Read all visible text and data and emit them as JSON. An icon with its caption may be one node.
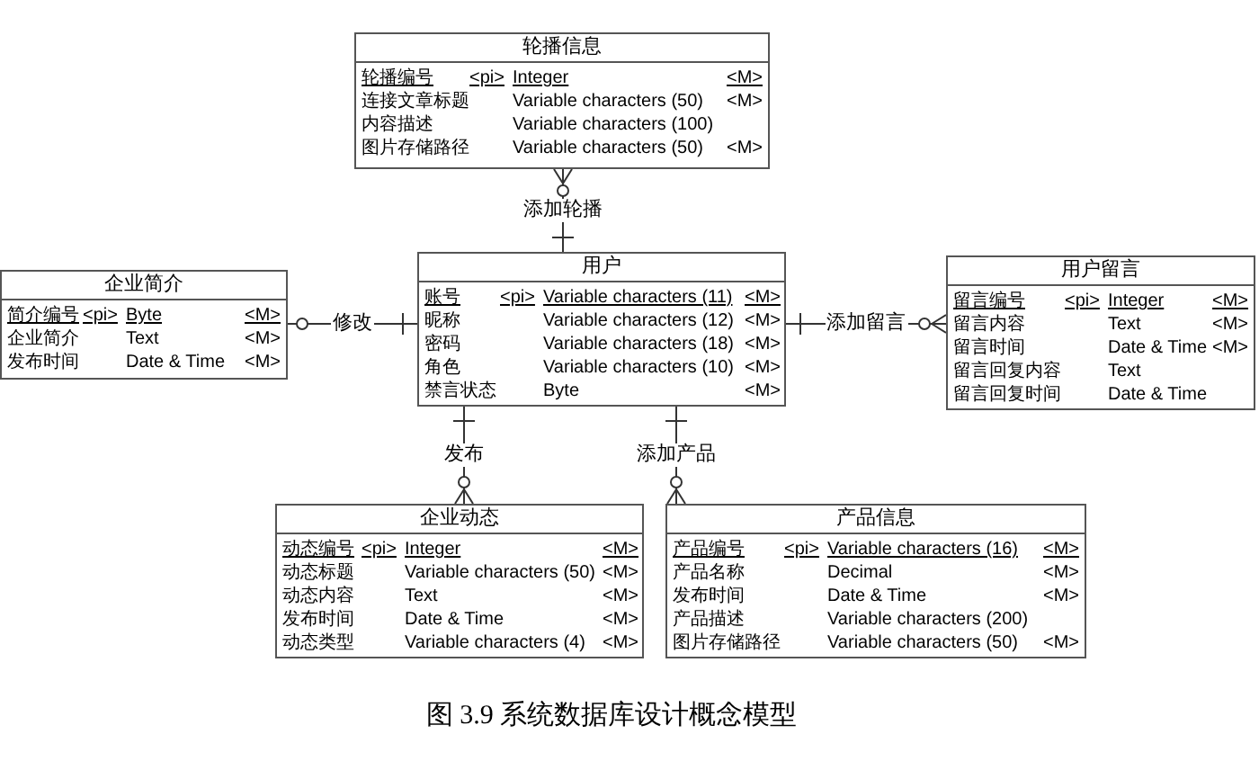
{
  "diagram": {
    "caption": "图 3.9 系统数据库设计概念模型",
    "nodes": [
      {
        "text": [
          "轮播信息"
        ]
      },
      {
        "text": [
          "轮播编号",
          "<pi>",
          "Integer",
          "<M>"
        ],
        "in": 0
      },
      {
        "text": [
          "连接文章标题",
          "Variable characters (50)",
          "<M>"
        ],
        "in": 0
      },
      {
        "text": [
          "内容描述",
          "Variable characters (100)"
        ],
        "in": 0
      },
      {
        "text": [
          "图片存储路径",
          "Variable characters (50)",
          "<M>"
        ],
        "in": 0
      },
      {
        "text": [
          "企业简介"
        ]
      },
      {
        "text": [
          "简介编号",
          "<pi>",
          "Byte",
          "<M>"
        ],
        "in": 5
      },
      {
        "text": [
          "企业简介",
          "Text",
          "<M>"
        ],
        "in": 5
      },
      {
        "text": [
          "发布时间",
          "Date & Time",
          "<M>"
        ],
        "in": 5
      },
      {
        "text": [
          "用户"
        ]
      },
      {
        "text": [
          "账号",
          "<pi>",
          "Variable characters (11)",
          "<M>"
        ],
        "in": 9
      },
      {
        "text": [
          "昵称",
          "Variable characters (12)",
          "<M>"
        ],
        "in": 9
      },
      {
        "text": [
          "密码",
          "Variable characters (18)",
          "<M>"
        ],
        "in": 9
      },
      {
        "text": [
          "角色",
          "Variable characters (10)",
          "<M>"
        ],
        "in": 9
      },
      {
        "text": [
          "禁言状态",
          "Byte",
          "<M>"
        ],
        "in": 9
      },
      {
        "text": [
          "用户留言"
        ]
      },
      {
        "text": [
          "留言编号",
          "<pi>",
          "Integer",
          "<M>"
        ],
        "in": 15
      },
      {
        "text": [
          "留言内容",
          "Text",
          "<M>"
        ],
        "in": 15
      },
      {
        "text": [
          "留言时间",
          "Date & Time",
          "<M>"
        ],
        "in": 15
      },
      {
        "text": [
          "留言回复内容",
          "Text"
        ],
        "in": 15
      },
      {
        "text": [
          "留言回复时间",
          "Date & Time"
        ],
        "in": 15
      },
      {
        "text": [
          "企业动态"
        ]
      },
      {
        "text": [
          "动态编号",
          "<pi>",
          "Integer",
          "<M>"
        ],
        "in": 21
      },
      {
        "text": [
          "动态标题",
          "Variable characters (50)",
          "<M>"
        ],
        "in": 21
      },
      {
        "text": [
          "动态内容",
          "Text",
          "<M>"
        ],
        "in": 21
      },
      {
        "text": [
          "发布时间",
          "Date & Time",
          "<M>"
        ],
        "in": 21
      },
      {
        "text": [
          "动态类型",
          "Variable characters (4)",
          "<M>"
        ],
        "in": 21
      },
      {
        "text": [
          "产品信息"
        ]
      },
      {
        "text": [
          "产品编号",
          "<pi>",
          "Variable characters (16)",
          "<M>"
        ],
        "in": 27
      },
      {
        "text": [
          "产品名称",
          "Decimal",
          "<M>"
        ],
        "in": 27
      },
      {
        "text": [
          "发布时间",
          "Date & Time",
          "<M>"
        ],
        "in": 27
      },
      {
        "text": [
          "产品描述",
          "Variable characters (200)"
        ],
        "in": 27
      },
      {
        "text": [
          "图片存储路径",
          "Variable characters (50)",
          "<M>"
        ],
        "in": 27
      }
    ],
    "edges": [
      {
        "from": 9,
        "to": 0,
        "arrow": "other",
        "label": "添加轮播"
      },
      {
        "from": 9,
        "to": 5,
        "arrow": "other",
        "label": "修改"
      },
      {
        "from": 9,
        "to": 15,
        "arrow": "other",
        "label": "添加留言"
      },
      {
        "from": 9,
        "to": 21,
        "arrow": "other",
        "label": "发布"
      },
      {
        "from": 9,
        "to": 27,
        "arrow": "other",
        "label": "添加产品"
      }
    ]
  }
}
